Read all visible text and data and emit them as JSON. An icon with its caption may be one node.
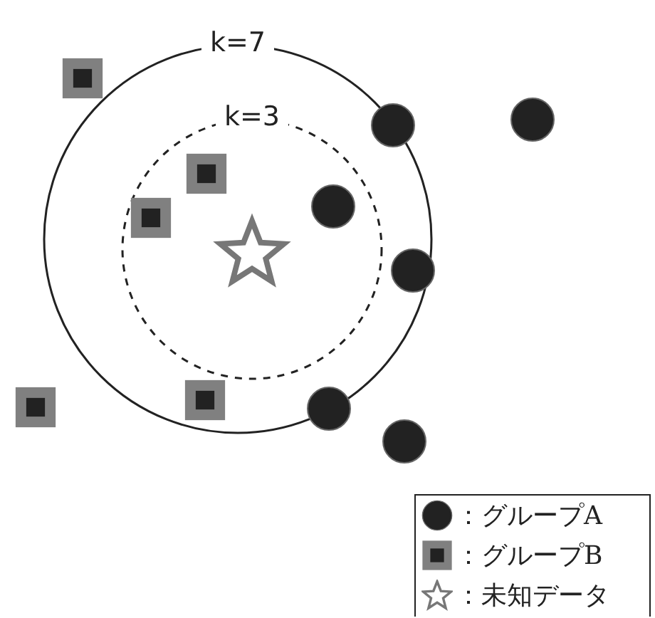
{
  "diagram": {
    "nodes": [
      {
        "text": [
          "k=7"
        ]
      },
      {
        "text": [
          "k=3"
        ],
        "in": 0
      }
    ],
    "legend": [
      {
        "text": "：グループA"
      },
      {
        "text": "：グループB"
      },
      {
        "text": "：未知データ"
      }
    ]
  }
}
